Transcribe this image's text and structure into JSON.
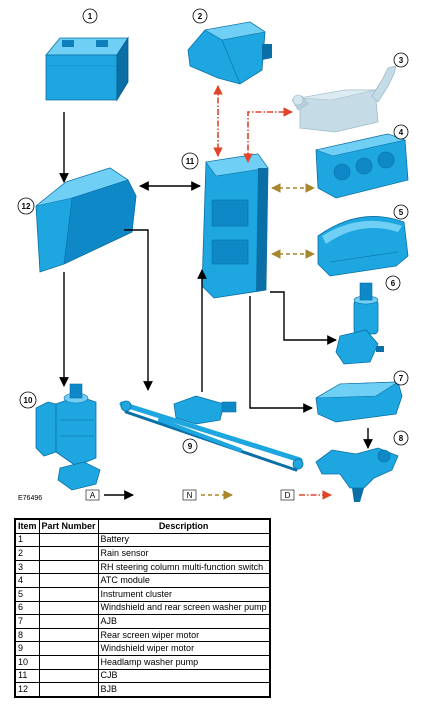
{
  "figure_id": "E76496",
  "callouts": [
    "1",
    "2",
    "3",
    "4",
    "5",
    "6",
    "7",
    "8",
    "9",
    "10",
    "11",
    "12"
  ],
  "legend": [
    {
      "letter": "A",
      "style": "solid-black"
    },
    {
      "letter": "N",
      "style": "dashed-gold"
    },
    {
      "letter": "D",
      "style": "dashdot-red"
    }
  ],
  "colors": {
    "component_fill": "#1ea6e0",
    "component_dark": "#0a6fa6",
    "component_light": "#6fcff5",
    "faded_fill": "#c5dbe6",
    "bus_A": "#000000",
    "bus_N": "#a8862c",
    "bus_D": "#e0452a"
  },
  "table": {
    "headers": {
      "item": "Item",
      "part_number": "Part Number",
      "description": "Description"
    },
    "rows": [
      {
        "item": "1",
        "part_number": "",
        "description": "Battery"
      },
      {
        "item": "2",
        "part_number": "",
        "description": "Rain sensor"
      },
      {
        "item": "3",
        "part_number": "",
        "description": "RH steering column multi-function switch"
      },
      {
        "item": "4",
        "part_number": "",
        "description": "ATC module"
      },
      {
        "item": "5",
        "part_number": "",
        "description": "Instrument cluster"
      },
      {
        "item": "6",
        "part_number": "",
        "description": "Windshield and rear screen washer pump"
      },
      {
        "item": "7",
        "part_number": "",
        "description": "AJB"
      },
      {
        "item": "8",
        "part_number": "",
        "description": "Rear screen wiper motor"
      },
      {
        "item": "9",
        "part_number": "",
        "description": "Windshield wiper motor"
      },
      {
        "item": "10",
        "part_number": "",
        "description": "Headlamp washer pump"
      },
      {
        "item": "11",
        "part_number": "",
        "description": "CJB"
      },
      {
        "item": "12",
        "part_number": "",
        "description": "BJB"
      }
    ]
  }
}
